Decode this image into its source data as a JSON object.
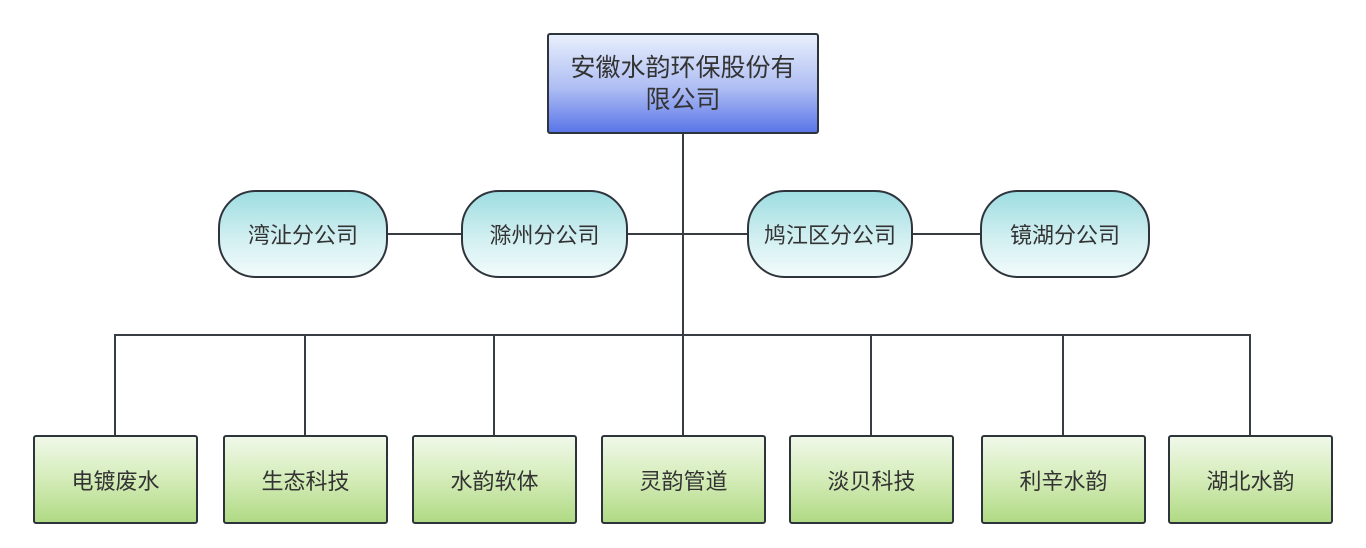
{
  "org_chart": {
    "root": {
      "label": "安徽水韵环保股份有限公司"
    },
    "branches": [
      {
        "label": "湾沚分公司"
      },
      {
        "label": "滁州分公司"
      },
      {
        "label": "鸠江区分公司"
      },
      {
        "label": "镜湖分公司"
      }
    ],
    "subsidiaries": [
      {
        "label": "电镀废水"
      },
      {
        "label": "生态科技"
      },
      {
        "label": "水韵软体"
      },
      {
        "label": "灵韵管道"
      },
      {
        "label": "淡贝科技"
      },
      {
        "label": "利辛水韵"
      },
      {
        "label": "湖北水韵"
      }
    ],
    "colors": {
      "root_gradient_top": "#e8effc",
      "root_gradient_bottom": "#5a76e8",
      "branch_gradient_top": "#9edde1",
      "branch_gradient_bottom": "#f2fbfb",
      "subsidiary_gradient_top": "#f0f8e9",
      "subsidiary_gradient_bottom": "#b0da84",
      "connector_line": "#383d44",
      "node_border": "#2e343b",
      "text": "#333333",
      "background": "#ffffff"
    }
  }
}
